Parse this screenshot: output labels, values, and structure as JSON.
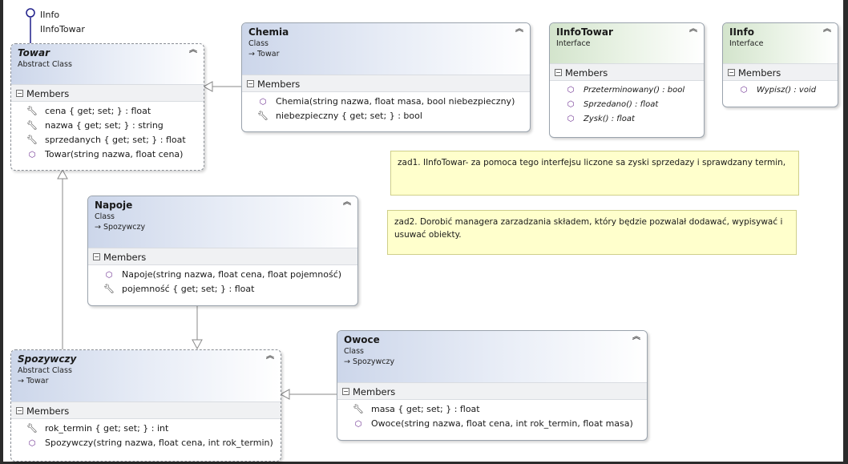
{
  "lollipop": {
    "labels": [
      "IInfo",
      "IInfoTowar"
    ]
  },
  "classes": {
    "towar": {
      "name": "Towar",
      "kind": "Abstract Class",
      "section": "Members",
      "members": [
        {
          "icon": "wrench-icon",
          "text": "cena { get; set; } : float"
        },
        {
          "icon": "wrench-icon",
          "text": "nazwa { get; set; } : string"
        },
        {
          "icon": "wrench-icon",
          "text": "sprzedanych { get; set; } : float"
        },
        {
          "icon": "method-cube-icon",
          "text": "Towar(string nazwa, float cena)"
        }
      ]
    },
    "chemia": {
      "name": "Chemia",
      "kind": "Class",
      "base": "Towar",
      "section": "Members",
      "members": [
        {
          "icon": "method-cube-icon",
          "text": "Chemia(string nazwa, float masa, bool niebezpieczny)"
        },
        {
          "icon": "wrench-icon",
          "text": "niebezpieczny { get; set; } : bool"
        }
      ]
    },
    "iinfotowar": {
      "name": "IInfoTowar",
      "kind": "Interface",
      "section": "Members",
      "members": [
        {
          "icon": "method-cube-icon",
          "text": "Przeterminowany() : bool"
        },
        {
          "icon": "method-cube-icon",
          "text": "Sprzedano() : float"
        },
        {
          "icon": "method-cube-icon",
          "text": "Zysk() : float"
        }
      ]
    },
    "iinfo": {
      "name": "IInfo",
      "kind": "Interface",
      "section": "Members",
      "members": [
        {
          "icon": "method-cube-icon",
          "text": "Wypisz() : void"
        }
      ]
    },
    "napoje": {
      "name": "Napoje",
      "kind": "Class",
      "base": "Spozywczy",
      "section": "Members",
      "members": [
        {
          "icon": "method-cube-icon",
          "text": "Napoje(string nazwa, float cena, float pojemność)"
        },
        {
          "icon": "wrench-lock-icon",
          "text": "pojemność { get; set; } : float"
        }
      ]
    },
    "spozywczy": {
      "name": "Spozywczy",
      "kind": "Abstract Class",
      "base": "Towar",
      "section": "Members",
      "members": [
        {
          "icon": "wrench-icon",
          "text": "rok_termin { get; set; } : int"
        },
        {
          "icon": "method-cube-icon",
          "text": "Spozywczy(string nazwa, float cena, int rok_termin)"
        }
      ]
    },
    "owoce": {
      "name": "Owoce",
      "kind": "Class",
      "base": "Spozywczy",
      "section": "Members",
      "members": [
        {
          "icon": "wrench-icon",
          "text": "masa { get; set; } : float"
        },
        {
          "icon": "method-cube-icon",
          "text": "Owoce(string nazwa, float cena, int rok_termin, float masa)"
        }
      ]
    }
  },
  "notes": {
    "zad1": "zad1. IInfoTowar- za pomoca tego interfejsu liczone sa zyski sprzedazy i sprawdzany termin,",
    "zad2": "zad2. Dorobić managera zarzadzania składem, który będzie pozwalał dodawać, wypisywać i usuwać obiekty."
  },
  "colors": {
    "class_header": "#ccd6ea",
    "interface_header": "#d3e4cc",
    "note_fill": "#ffffcc",
    "method_icon": "#6b2d8f",
    "lollipop": "#1f1f8a"
  }
}
